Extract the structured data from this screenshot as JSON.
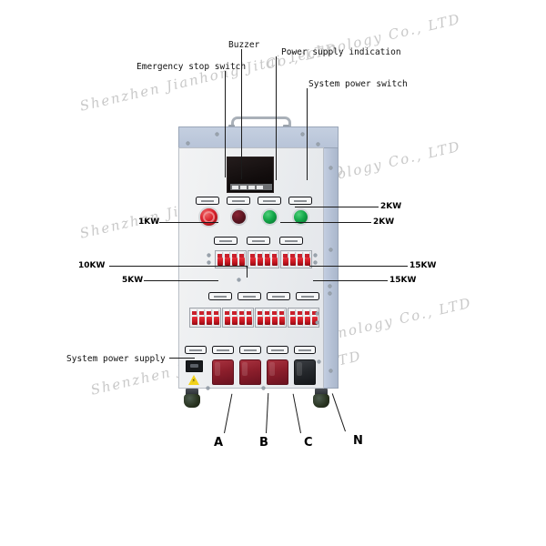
{
  "watermark": {
    "text": "Shenzhen Jianhong Jitai Technology Co., LTD",
    "fragments": [
      "Shenzhen Jianhong Jitai Technology Co., LTD",
      "Co., LTD",
      "Shenzhen Jianhong Jitai Technology Co., LTD",
      "Co., LTD",
      "Shenzhen Jianhong Jitai Technology Co., LTD",
      "Co., LTD"
    ],
    "color": "#c9c9c9"
  },
  "callouts": {
    "emergency_stop": "Emergency stop switch",
    "buzzer": "Buzzer",
    "power_supply_indication": "Power supply indication",
    "system_power_switch": "System power switch",
    "system_power_supply": "System power supply"
  },
  "ratings": {
    "left": [
      {
        "label": "1KW"
      },
      {
        "label": "10KW"
      },
      {
        "label": "5KW"
      }
    ],
    "right": [
      {
        "label": "2KW"
      },
      {
        "label": "2KW"
      },
      {
        "label": "15KW"
      },
      {
        "label": "15KW"
      }
    ]
  },
  "phases": [
    {
      "label": "A"
    },
    {
      "label": "B"
    },
    {
      "label": "C"
    },
    {
      "label": "N"
    }
  ],
  "cabinet": {
    "body_color": "#eceef0",
    "top_color": "#b8c4d8",
    "side_color": "#aab7cc",
    "controls": {
      "emergency_stop_color": "#d81f2a",
      "buzzer_color": "#5d1622",
      "indicator_color": "#14a84a"
    },
    "display": {
      "color": "#120d0d"
    },
    "breakers": {
      "color": "#c4151f",
      "upper_row_groups": 3,
      "upper_row_poles_per_group": 4,
      "lower_row_groups": 4,
      "lower_row_poles_per_group": 4
    },
    "sockets": {
      "red_color": "#8d1f2c",
      "black_color": "#24272b",
      "red_count": 3,
      "black_count": 1
    },
    "warning_label": {
      "color": "#f2d21a",
      "symbol": "⚡"
    },
    "nameplates": {
      "top_row_count": 4,
      "upper_breaker_row_count": 3,
      "lower_breaker_row_count": 4,
      "socket_row_count": 5
    },
    "casters": 2
  }
}
